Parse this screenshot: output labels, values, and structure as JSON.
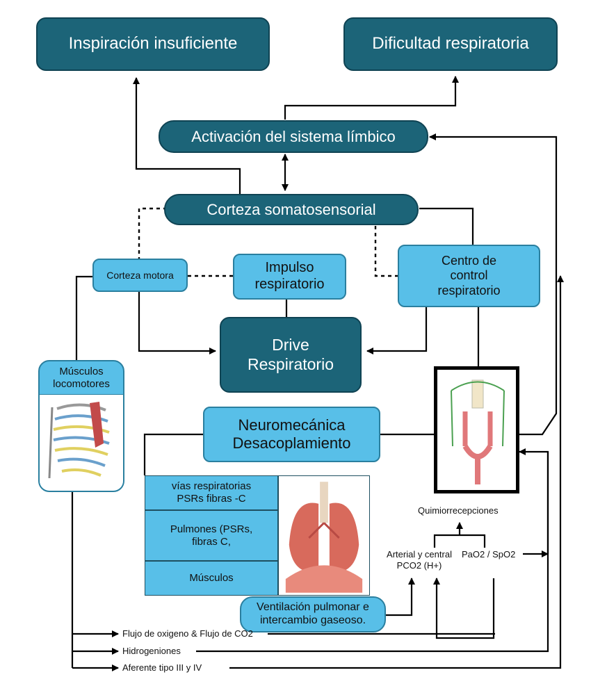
{
  "nodes": {
    "inspiracion": "Inspiración insuficiente",
    "dificultad": "Dificultad respiratoria",
    "limbico": "Activación del sistema límbico",
    "corteza_somato": "Corteza somatosensorial",
    "corteza_motora": "Corteza motora",
    "impulso": "Impulso respiratorio",
    "centro_control": "Centro de control respiratorio",
    "drive": "Drive Respiratorio",
    "musculos_locomotores": "Músculos locomotores",
    "neuromecanica": "Neuromecánica Desacoplamiento",
    "ventilacion": "Ventilación pulmonar e intercambio gaseoso."
  },
  "table": {
    "rows": [
      "vías respiratorias PSRs fibras -C",
      "Pulmones (PSRs, fibras C,",
      "Músculos"
    ]
  },
  "chemo": {
    "title": "Quimiorrecepciones",
    "arterial": "Arterial y central PCO2 (H+)",
    "pao2": "PaO2 / SpO2"
  },
  "inputs": {
    "flujo": "Flujo de oxigeno & Flujo de CO2",
    "hidrogeniones": "Hidrogeniones",
    "aferente": "Aferente tipo III y IV"
  },
  "colors": {
    "dark_node": "#1c6478",
    "light_node": "#58bfe8",
    "line": "#000000"
  }
}
